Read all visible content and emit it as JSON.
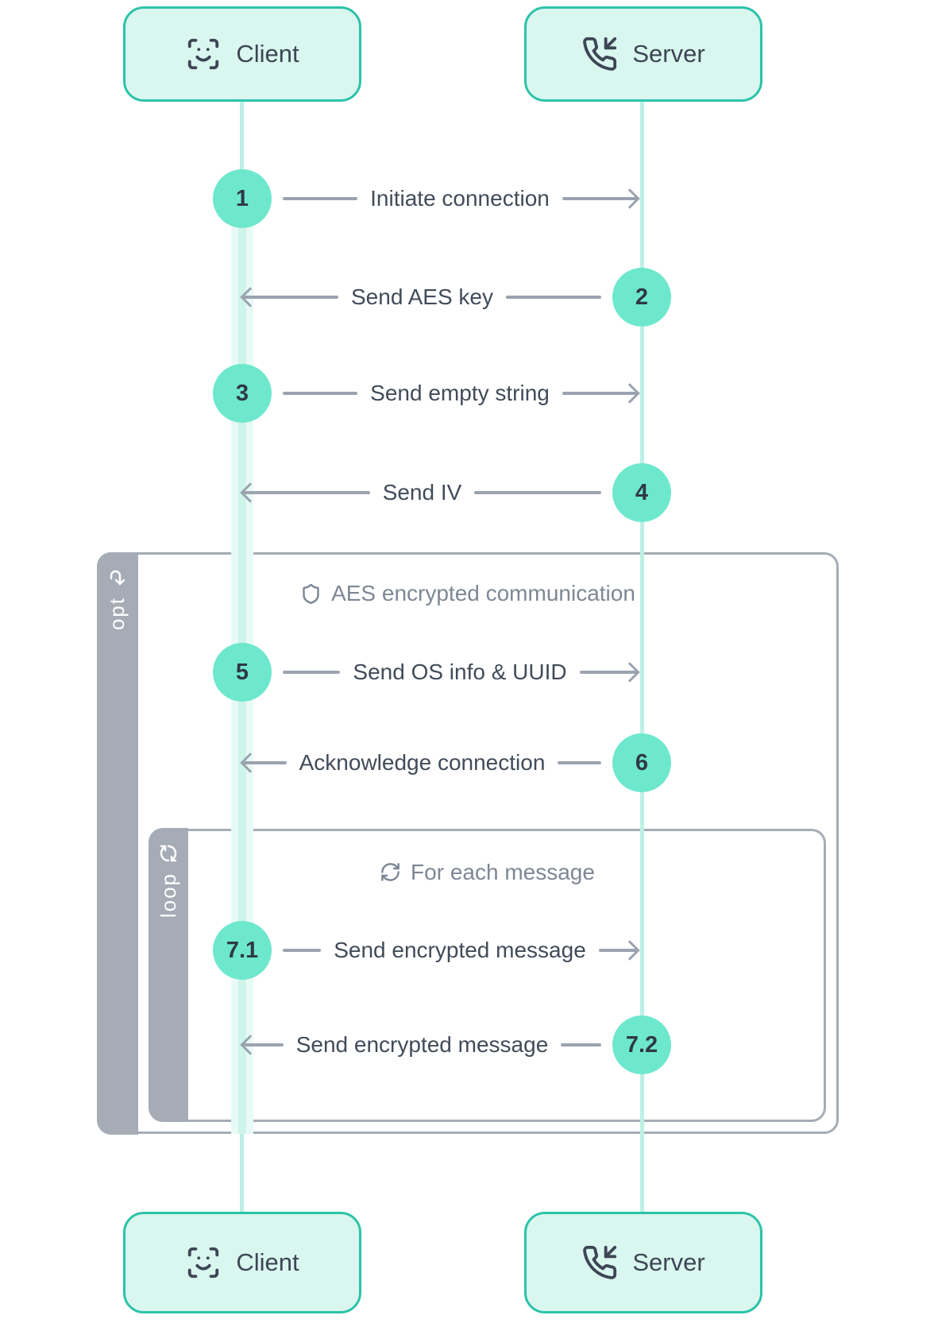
{
  "colors": {
    "accent-border": "#2cc3a8",
    "accent-fill": "#d9f6ef",
    "circle": "#6ee8cd",
    "lifeline": "#bdf0e4",
    "activation": "#e8faf5",
    "activation-core": "#cff4ea",
    "arrow": "#9ba3b0",
    "frame": "#a6acb6",
    "frame-title": "#7e8795",
    "text-dark": "#3d4654",
    "text-number": "#2f3945"
  },
  "diagram_type": "sequence-diagram",
  "actors": {
    "client": {
      "label": "Client",
      "icon": "face-scan-icon"
    },
    "server": {
      "label": "Server",
      "icon": "phone-incoming-icon"
    }
  },
  "messages": [
    {
      "num": "1",
      "label": "Initiate connection",
      "from": "client",
      "to": "server"
    },
    {
      "num": "2",
      "label": "Send AES key",
      "from": "server",
      "to": "client"
    },
    {
      "num": "3",
      "label": "Send empty string",
      "from": "client",
      "to": "server"
    },
    {
      "num": "4",
      "label": "Send IV",
      "from": "server",
      "to": "client"
    },
    {
      "num": "5",
      "label": "Send OS info & UUID",
      "from": "client",
      "to": "server"
    },
    {
      "num": "6",
      "label": "Acknowledge connection",
      "from": "server",
      "to": "client"
    },
    {
      "num": "7.1",
      "label": "Send encrypted message",
      "from": "client",
      "to": "server"
    },
    {
      "num": "7.2",
      "label": "Send encrypted message",
      "from": "server",
      "to": "client"
    }
  ],
  "frames": {
    "opt": {
      "tag": "opt",
      "title": "AES encrypted communication",
      "title_icon": "shield-icon",
      "strip_icon": "redo-arrow-icon"
    },
    "loop": {
      "tag": "loop",
      "title": "For each message",
      "title_icon": "refresh-icon",
      "strip_icon": "refresh-icon"
    }
  }
}
